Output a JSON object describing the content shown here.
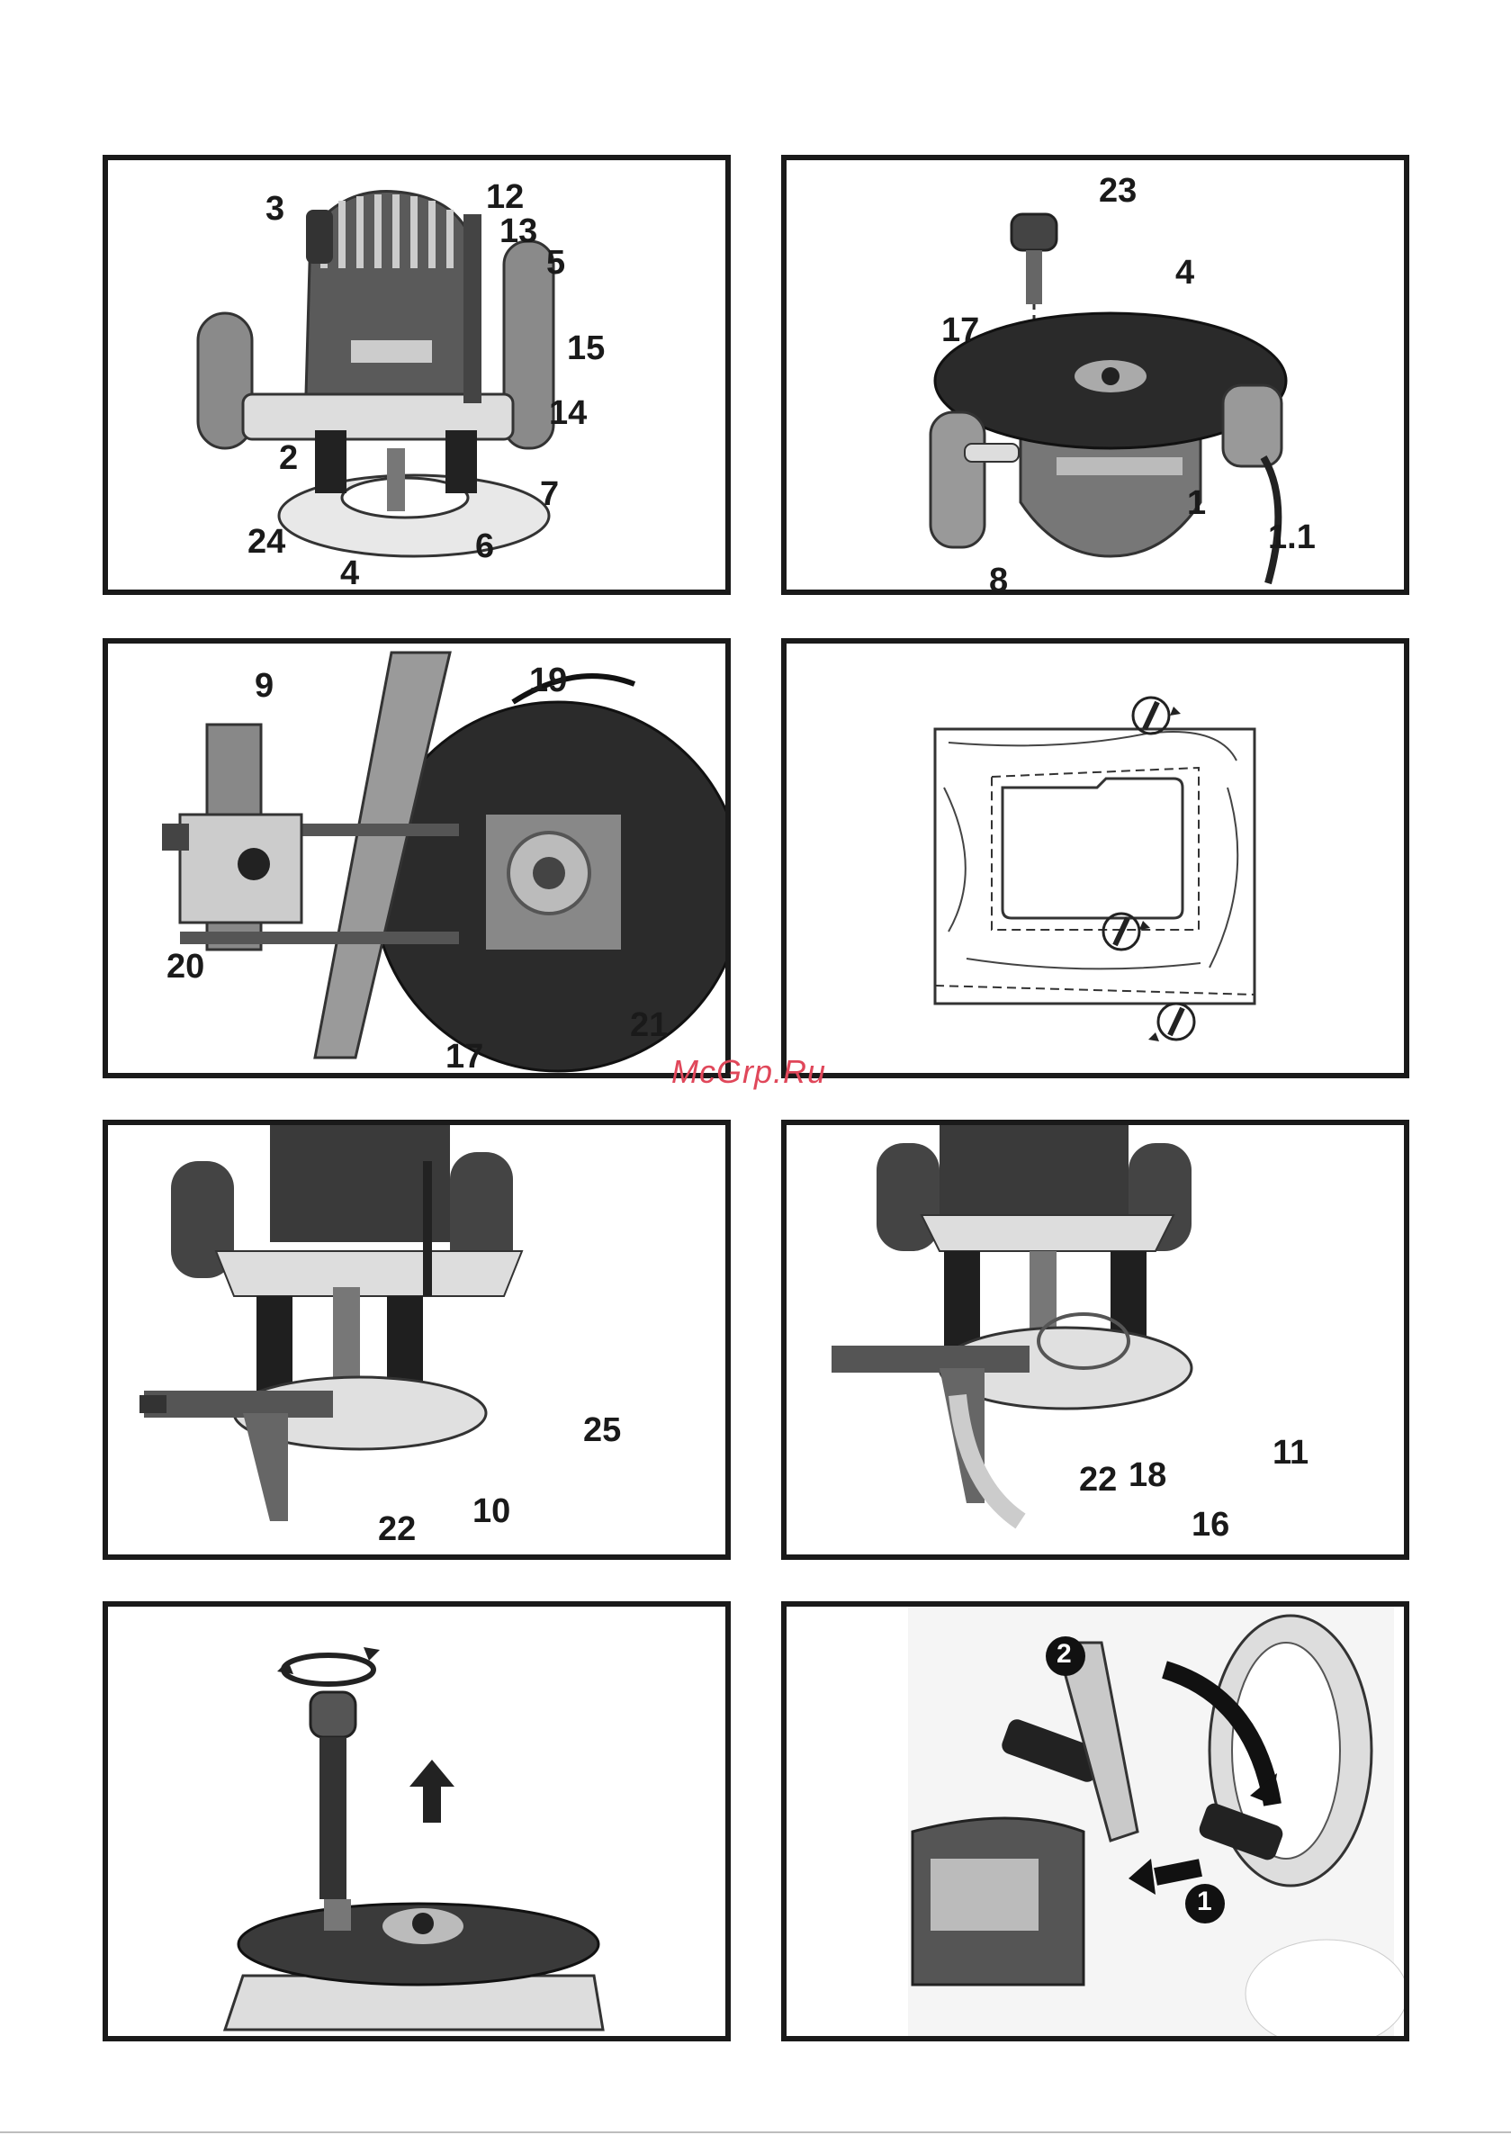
{
  "watermark": "McGrp.Ru",
  "panels": [
    {
      "name": "router-overview",
      "labels": [
        "3",
        "12",
        "13",
        "5",
        "15",
        "14",
        "2",
        "7",
        "24",
        "6",
        "4"
      ]
    },
    {
      "name": "router-inverted",
      "labels": [
        "23",
        "17",
        "4",
        "1",
        "1.1",
        "8"
      ]
    },
    {
      "name": "parallel-guide",
      "labels": [
        "9",
        "19",
        "20",
        "21",
        "17"
      ]
    },
    {
      "name": "routing-direction-diagram",
      "labels": []
    },
    {
      "name": "guide-mounted",
      "labels": [
        "25",
        "22",
        "10"
      ]
    },
    {
      "name": "dust-extraction",
      "labels": [
        "22",
        "18",
        "11",
        "16"
      ]
    },
    {
      "name": "spindle-lock-knob",
      "labels": []
    },
    {
      "name": "collet-wrench",
      "labels": [
        "2",
        "1"
      ]
    }
  ]
}
